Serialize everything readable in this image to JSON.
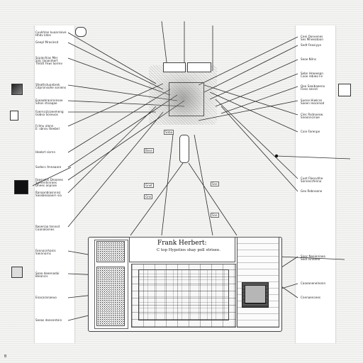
{
  "title": "Frank Herbert:",
  "subtitle": "C top Hypstios shay poll strisee.",
  "corner_mark": "B",
  "left_callouts": [
    {
      "lines": [
        "Cuvkhlan kuoarsieve",
        "Hhdv kdes"
      ]
    },
    {
      "lines": [
        "Geepl Mrasinsd"
      ]
    },
    {
      "lines": [
        "Scpiochias Mer",
        "Sivc tanasmert",
        "Thitdt Fkwi Sorrev"
      ]
    },
    {
      "lines": [
        "Sfeathstuanbrek",
        "Cdprsinsohe soniens"
      ]
    },
    {
      "lines": [
        "Eseaobraniroinsoe",
        "Sihon stsiaqae"
      ]
    },
    {
      "lines": [
        "Foerncstcoeemeng",
        "Gobsa Sceeuos"
      ]
    },
    {
      "lines": [
        "Fclmu alonn",
        "E: sbnsv tteebel"
      ]
    },
    {
      "lines": [
        "Heebrt sisrnn"
      ]
    },
    {
      "lines": [
        "Sxdecc Annaaare"
      ]
    },
    {
      "lines": [
        "Faesnctsi Dnoanes",
        "Sufnentsnroes",
        "Dhees anpnoe"
      ]
    },
    {
      "lines": [
        "Ranaanbiasnnnsi",
        "Saosbeaaaorn sia"
      ]
    },
    {
      "lines": [
        "Reoeriaa tennsd",
        "Coanalosnes"
      ]
    },
    {
      "lines": [
        "Fennacnhanis",
        "Sieinnorns"
      ]
    },
    {
      "lines": [
        "Seaa deeenadai",
        "Bleancis"
      ]
    },
    {
      "lines": [
        "Enacaranaeuo"
      ]
    },
    {
      "lines": [
        "Seeas deecentein"
      ]
    }
  ],
  "right_callouts": [
    {
      "lines": [
        "Ceei Qonvenes",
        "Ses Mneeatoon"
      ]
    },
    {
      "lines": [
        "Sedt Feosiyye"
      ]
    },
    {
      "lines": [
        "Seoe Nilns"
      ]
    },
    {
      "lines": [
        "Sebn Hreeeean",
        "Cxoe rebieo Fe"
      ]
    },
    {
      "lines": [
        "Qeo Saaibaeeno",
        "Fiess sesnd"
      ]
    },
    {
      "lines": [
        "Suene Hiwlcsn",
        "Soeen leocenod"
      ]
    },
    {
      "lines": [
        "Clec Rsdnoesw",
        "Sneonncinae"
      ]
    },
    {
      "lines": [
        "Cxie Farenpe"
      ]
    },
    {
      "lines": [
        "Cuet Fbecuhhe",
        "Sonnecsfenno"
      ]
    },
    {
      "lines": [
        "Gex Rebnoone"
      ]
    },
    {
      "lines": [
        "Snec Neeieniaeo",
        "Seet sinneno"
      ]
    },
    {
      "lines": [
        "Caoeanenelnonn"
      ]
    },
    {
      "lines": [
        "Cnenaencees"
      ]
    }
  ],
  "mini_labels": [
    "Snba",
    "Bnse",
    "Gnet",
    "Gne",
    "Sne",
    "Sne"
  ]
}
